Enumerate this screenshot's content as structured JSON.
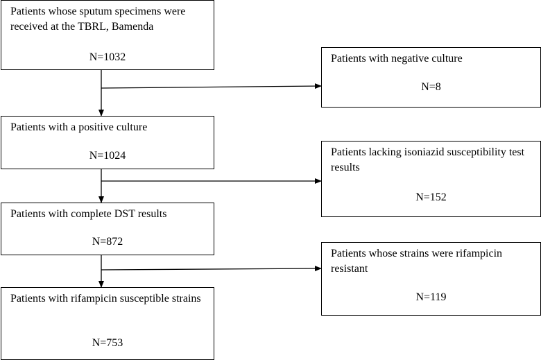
{
  "boxes": {
    "received": {
      "label": "Patients whose sputum specimens were received at the TBRL, Bamenda",
      "count": "N=1032"
    },
    "negative": {
      "label": "Patients with negative culture",
      "count": "N=8"
    },
    "positive": {
      "label": "Patients with a positive culture",
      "count": "N=1024"
    },
    "lacking_inh": {
      "label": "Patients lacking isoniazid susceptibility test results",
      "count": "N=152"
    },
    "complete_dst": {
      "label": "Patients with complete DST results",
      "count": "N=872"
    },
    "rif_resistant": {
      "label": "Patients whose strains were rifampicin resistant",
      "count": "N=119"
    },
    "rif_susceptible": {
      "label": "Patients with rifampicin susceptible strains",
      "count": "N=753"
    }
  }
}
